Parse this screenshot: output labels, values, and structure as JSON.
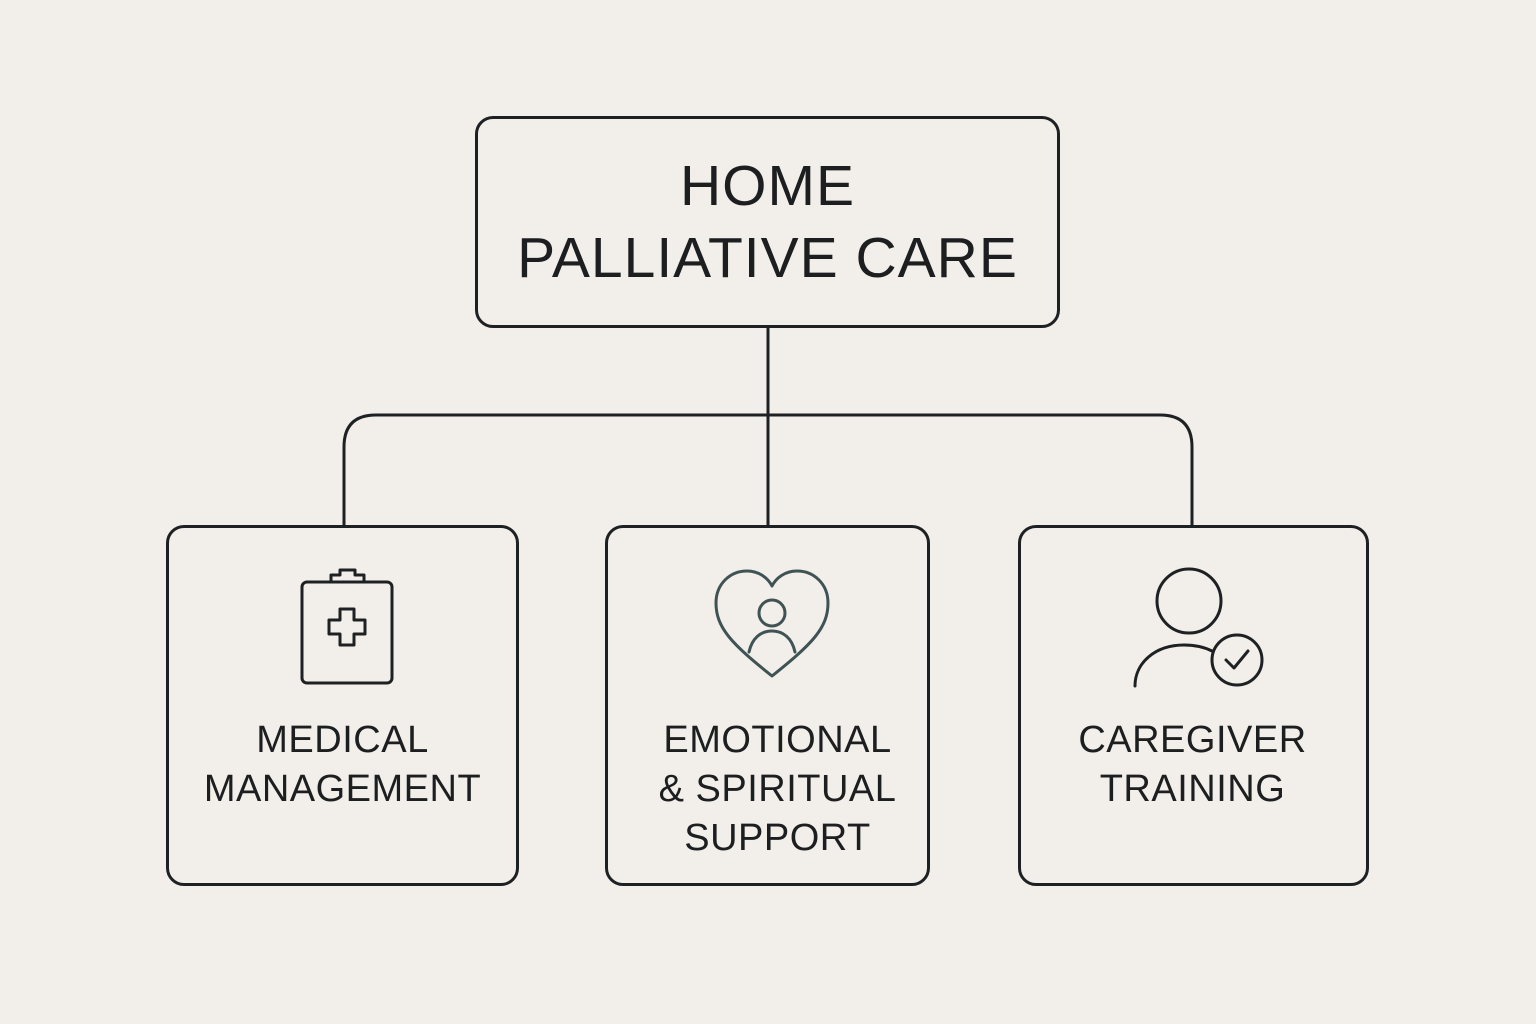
{
  "root": {
    "title_lines": [
      "HOME",
      "PALLIATIVE CARE"
    ]
  },
  "children": [
    {
      "label_lines": [
        "MEDICAL",
        "MANAGEMENT"
      ],
      "icon": "medical-clipboard-icon"
    },
    {
      "label_lines": [
        "EMOTIONAL",
        "& SPIRITUAL",
        "SUPPORT"
      ],
      "icon": "heart-person-icon"
    },
    {
      "label_lines": [
        "CAREGIVER",
        "TRAINING"
      ],
      "icon": "person-check-icon"
    }
  ],
  "colors": {
    "background": "#f2eee9",
    "stroke": "#1e2124",
    "icon_accent": "#3f5355"
  }
}
